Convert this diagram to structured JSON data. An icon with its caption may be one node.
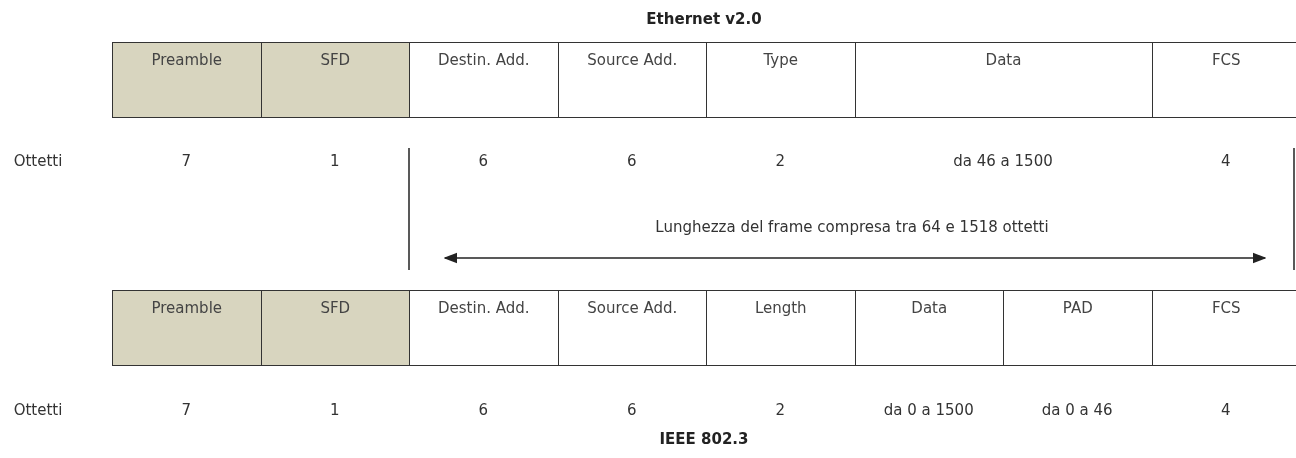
{
  "diagram": {
    "title": "Ethernet v2.0",
    "caption": "IEEE 802.3",
    "nodes": [
      {
        "text": [
          "Preamble"
        ]
      },
      {
        "text": [
          "SFD"
        ]
      },
      {
        "text": [
          "Destin. Add."
        ]
      },
      {
        "text": [
          "Source Add."
        ]
      },
      {
        "text": [
          "Type"
        ]
      },
      {
        "text": [
          "Data"
        ]
      },
      {
        "text": [
          "FCS"
        ]
      },
      {
        "text": [
          "Preamble"
        ]
      },
      {
        "text": [
          "SFD"
        ]
      },
      {
        "text": [
          "Destin. Add."
        ]
      },
      {
        "text": [
          "Source Add."
        ]
      },
      {
        "text": [
          "Length"
        ]
      },
      {
        "text": [
          "Data"
        ]
      },
      {
        "text": [
          "PAD"
        ]
      },
      {
        "text": [
          "FCS"
        ]
      }
    ],
    "edges": [],
    "labels": [
      "Ottetti",
      "7",
      "1",
      "6",
      "6",
      "2",
      "da 46 a 1500",
      "4",
      "Lunghezza del frame compresa tra 64 e 1518 ottetti",
      "Ottetti",
      "7",
      "1",
      "6",
      "6",
      "2",
      "da 0 a 1500",
      "da 0 a 46",
      "4"
    ]
  }
}
